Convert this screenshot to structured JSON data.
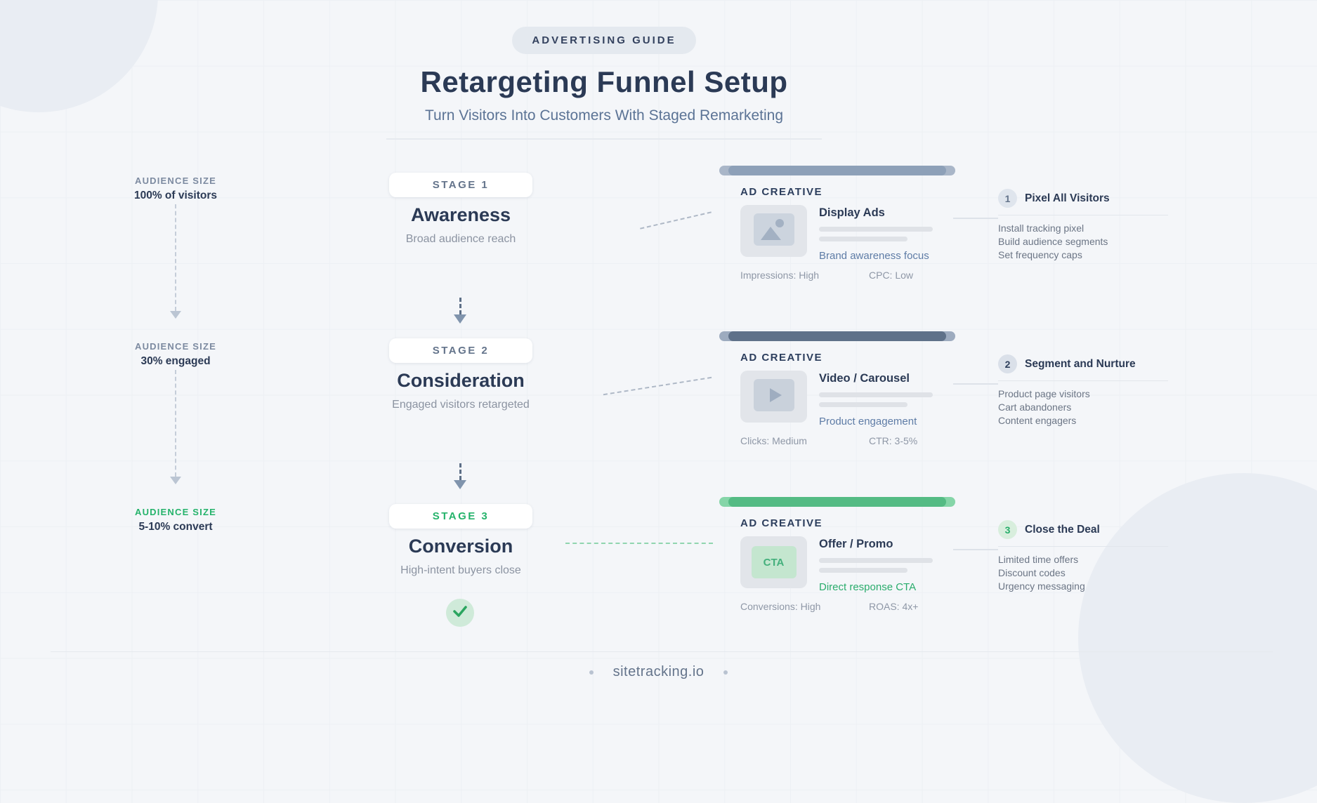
{
  "page": {
    "badge": "ADVERTISING GUIDE",
    "title": "Retargeting Funnel Setup",
    "subtitle": "Turn Visitors Into Customers With Staged Remarketing",
    "brand": "sitetracking.io"
  },
  "colors": {
    "background": "#f4f6f9",
    "navy": "#2b3a55",
    "slate": "#64748b",
    "muted_gray": "#8b93a1",
    "green": "#27ae6a",
    "stage1_bar": "#8da0b8",
    "stage2_bar": "#5f7189",
    "stage3_bar": "#54bb84",
    "focus_blue": "#5e7ca6"
  },
  "icons": {
    "stage1_thumb": "image-icon",
    "stage2_thumb": "play-icon",
    "stage3_thumb": "cta-box",
    "flow_arrows": "dashed-down-arrow",
    "complete": "check-icon"
  },
  "stages": [
    {
      "audience_label": "AUDIENCE SIZE",
      "audience_value": "100% of visitors",
      "badge": "STAGE 1",
      "title": "Awareness",
      "subtitle": "Broad audience reach",
      "ad": {
        "section_label": "AD CREATIVE",
        "format": "Display Ads",
        "focus": "Brand awareness focus",
        "stat_left": "Impressions: High",
        "stat_right": "CPC: Low"
      },
      "step": {
        "number": "1",
        "title": "Pixel All Visitors",
        "items": [
          "Install tracking pixel",
          "Build audience segments",
          "Set frequency caps"
        ]
      }
    },
    {
      "audience_label": "AUDIENCE SIZE",
      "audience_value": "30% engaged",
      "badge": "STAGE 2",
      "title": "Consideration",
      "subtitle": "Engaged visitors retargeted",
      "ad": {
        "section_label": "AD CREATIVE",
        "format": "Video / Carousel",
        "focus": "Product engagement",
        "stat_left": "Clicks: Medium",
        "stat_right": "CTR: 3-5%"
      },
      "step": {
        "number": "2",
        "title": "Segment and Nurture",
        "items": [
          "Product page visitors",
          "Cart abandoners",
          "Content engagers"
        ]
      }
    },
    {
      "audience_label": "AUDIENCE SIZE",
      "audience_value": "5-10% convert",
      "badge": "STAGE 3",
      "title": "Conversion",
      "subtitle": "High-intent buyers close",
      "ad": {
        "section_label": "AD CREATIVE",
        "format": "Offer / Promo",
        "focus": "Direct response CTA",
        "thumb_text": "CTA",
        "stat_left": "Conversions: High",
        "stat_right": "ROAS: 4x+"
      },
      "step": {
        "number": "3",
        "title": "Close the Deal",
        "items": [
          "Limited time offers",
          "Discount codes",
          "Urgency messaging"
        ]
      }
    }
  ]
}
